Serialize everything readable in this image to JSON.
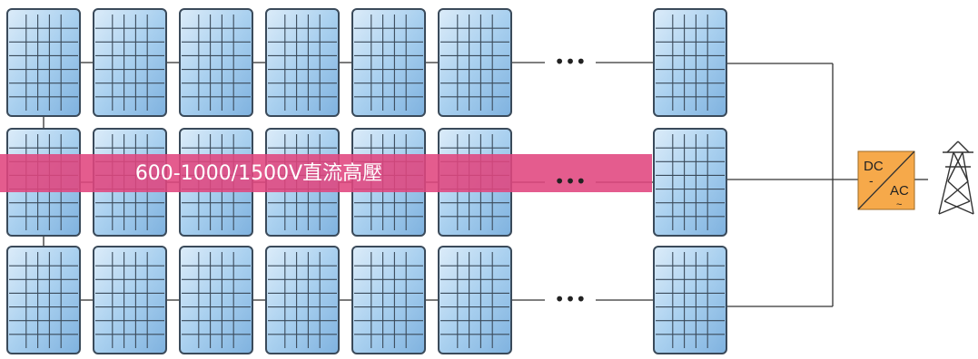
{
  "diagram": {
    "voltage_label": "600-1000/1500V直流高壓",
    "inverter": {
      "dc_label": "DC",
      "dc_symbol": "-",
      "ac_label": "AC",
      "ac_symbol": "~"
    },
    "ellipsis": "•••",
    "rows": 3,
    "panels_per_row": 7,
    "colors": {
      "panel_fill_light": "#dcecf9",
      "panel_fill_dark": "#8fbde3",
      "panel_frame": "#3a4a5a",
      "band": "#e0457e",
      "inverter": "#f6a94a",
      "wire": "#333333"
    },
    "icons": {
      "inverter": "dc-ac-inverter-icon",
      "grid": "transmission-tower-icon"
    }
  }
}
